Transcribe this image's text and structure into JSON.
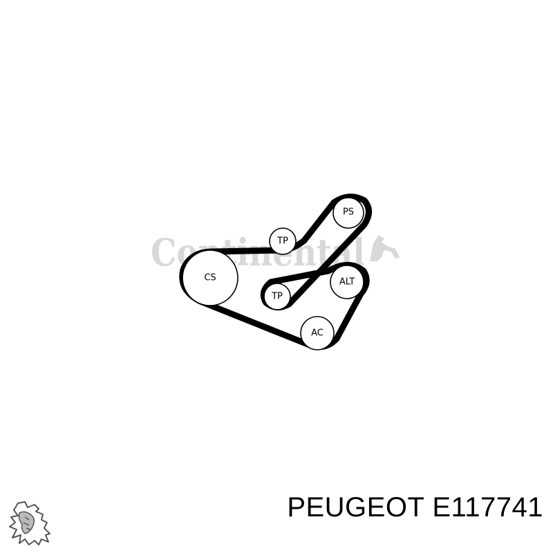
{
  "watermark": {
    "text": "Continental"
  },
  "diagram": {
    "pulleys": [
      {
        "id": "ps",
        "label": "PS"
      },
      {
        "id": "tp-top",
        "label": "TP"
      },
      {
        "id": "cs",
        "label": "CS"
      },
      {
        "id": "tp-inner",
        "label": "TP"
      },
      {
        "id": "alt",
        "label": "ALT"
      },
      {
        "id": "ac",
        "label": "AC"
      }
    ]
  },
  "caption": {
    "brand": "PEUGEOT",
    "part_number": "E117741"
  },
  "colors": {
    "belt": "#000000",
    "watermark": "#d8d8d8"
  },
  "logo": {
    "icon": "peugeot-lion-logo"
  }
}
